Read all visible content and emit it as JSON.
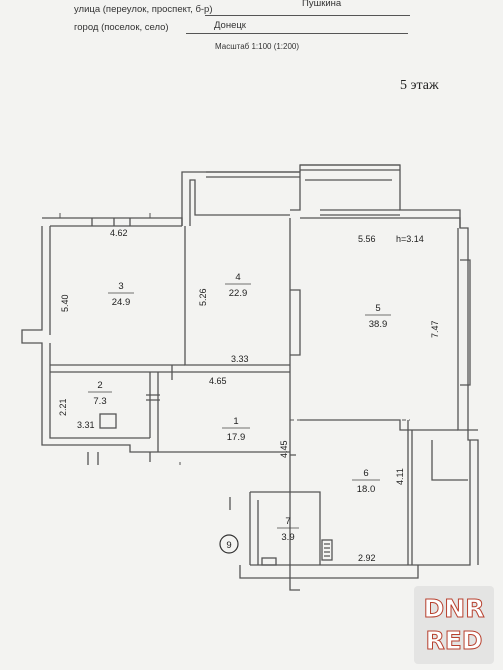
{
  "header": {
    "street_label": "улица (переулок, проспект,  б-р)",
    "street_value": "Пушкина",
    "city_label": "город (поселок, село)",
    "city_value": "Донецк",
    "scale_text": "Масштаб 1:100 (1:200)"
  },
  "floor_label": "5 этаж",
  "ceiling_height": "h=3.14",
  "rooms": [
    {
      "number": "1",
      "area": "17.9"
    },
    {
      "number": "2",
      "area": "7.3"
    },
    {
      "number": "3",
      "area": "24.9"
    },
    {
      "number": "4",
      "area": "22.9"
    },
    {
      "number": "5",
      "area": "38.9"
    },
    {
      "number": "6",
      "area": "18.0"
    },
    {
      "number": "7",
      "area": "3.9"
    }
  ],
  "dimensions": {
    "d_4_62": "4.62",
    "d_5_40": "5.40",
    "d_5_26": "5.26",
    "d_5_56": "5.56",
    "d_7_47": "7.47",
    "d_3_33": "3.33",
    "d_4_65": "4.65",
    "d_2_21": "2.21",
    "d_3_31": "3.31",
    "d_4_45": "4.45",
    "d_4_11": "4.11",
    "d_2_92": "2.92"
  },
  "axis_marker": "9",
  "watermark": {
    "line1": "DNR",
    "line2": "RED"
  }
}
